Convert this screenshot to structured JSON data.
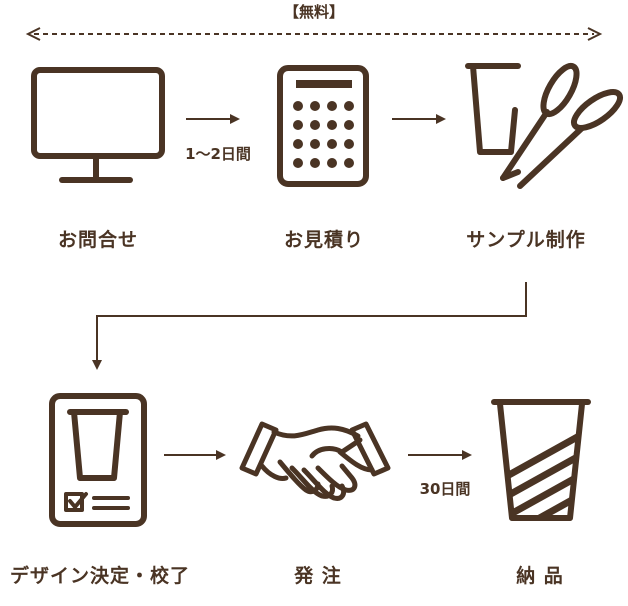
{
  "header": {
    "free_label": "【無料】"
  },
  "steps": [
    {
      "id": "inquiry",
      "label": "お問合せ",
      "icon": "monitor-icon"
    },
    {
      "id": "estimate",
      "label": "お見積り",
      "icon": "calculator-icon"
    },
    {
      "id": "sample",
      "label": "サンプル制作",
      "icon": "cup-and-scissors-icon"
    },
    {
      "id": "design",
      "label": "デザイン決定・校了",
      "icon": "checklist-tablet-icon"
    },
    {
      "id": "order",
      "label": "発 注",
      "icon": "handshake-icon"
    },
    {
      "id": "delivery",
      "label": "納 品",
      "icon": "striped-cup-icon"
    }
  ],
  "durations": {
    "inquiry_to_estimate": "1〜2日間",
    "order_to_delivery": "30日間"
  },
  "colors": {
    "icon": "#4a3424",
    "text": "#4a3424",
    "background": "#ffffff"
  }
}
